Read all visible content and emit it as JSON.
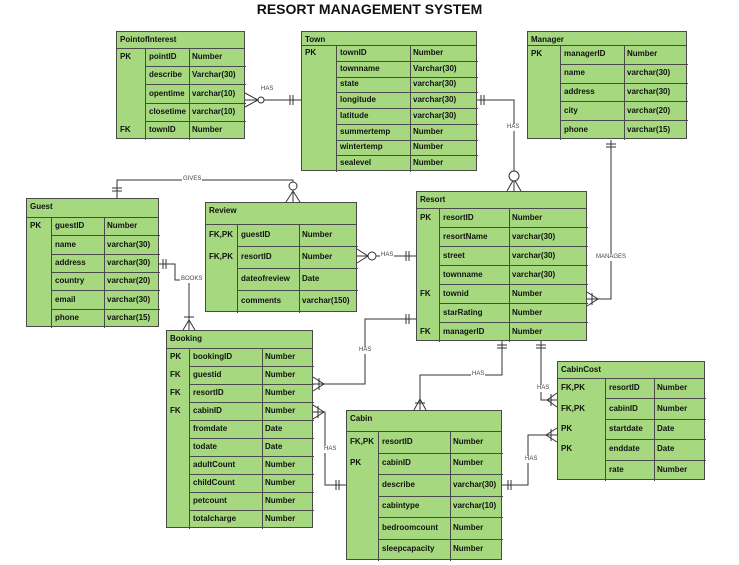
{
  "title": "RESORT MANAGEMENT SYSTEM",
  "entities": {
    "poi": {
      "name": "PointofInterest",
      "rows": [
        {
          "key": "PK",
          "field": "pointID",
          "type": "Number"
        },
        {
          "key": "",
          "field": "describe",
          "type": "Varchar(30)"
        },
        {
          "key": "",
          "field": "opentime",
          "type": "varchar(10)"
        },
        {
          "key": "",
          "field": "closetime",
          "type": "varchar(10)"
        },
        {
          "key": "FK",
          "field": "townID",
          "type": "Number"
        }
      ]
    },
    "town": {
      "name": "Town",
      "rows": [
        {
          "key": "PK",
          "field": "townID",
          "type": "Number"
        },
        {
          "key": "",
          "field": "townname",
          "type": "Varchar(30)"
        },
        {
          "key": "",
          "field": "state",
          "type": "varchar(30)"
        },
        {
          "key": "",
          "field": "longitude",
          "type": "varchar(30)"
        },
        {
          "key": "",
          "field": "latitude",
          "type": "varchar(30)"
        },
        {
          "key": "",
          "field": "summertemp",
          "type": "Number"
        },
        {
          "key": "",
          "field": "wintertemp",
          "type": "Number"
        },
        {
          "key": "",
          "field": "sealevel",
          "type": "Number"
        }
      ]
    },
    "manager": {
      "name": "Manager",
      "rows": [
        {
          "key": "PK",
          "field": "managerID",
          "type": "Number"
        },
        {
          "key": "",
          "field": "name",
          "type": "varchar(30)"
        },
        {
          "key": "",
          "field": "address",
          "type": "varchar(30)"
        },
        {
          "key": "",
          "field": "city",
          "type": "varchar(20)"
        },
        {
          "key": "",
          "field": "phone",
          "type": "varchar(15)"
        }
      ]
    },
    "guest": {
      "name": "Guest",
      "rows": [
        {
          "key": "PK",
          "field": "guestID",
          "type": "Number"
        },
        {
          "key": "",
          "field": "name",
          "type": "varchar(30)"
        },
        {
          "key": "",
          "field": "address",
          "type": "varchar(30)"
        },
        {
          "key": "",
          "field": "country",
          "type": "varchar(20)"
        },
        {
          "key": "",
          "field": "email",
          "type": "varchar(30)"
        },
        {
          "key": "",
          "field": "phone",
          "type": "varchar(15)"
        }
      ]
    },
    "review": {
      "name": "Review",
      "rows": [
        {
          "key": "FK,PK",
          "field": "guestID",
          "type": "Number"
        },
        {
          "key": "FK,PK",
          "field": "resortID",
          "type": "Number"
        },
        {
          "key": "",
          "field": "dateofreview",
          "type": "Date"
        },
        {
          "key": "",
          "field": "comments",
          "type": "varchar(150)"
        }
      ]
    },
    "resort": {
      "name": "Resort",
      "rows": [
        {
          "key": "PK",
          "field": "resortID",
          "type": "Number"
        },
        {
          "key": "",
          "field": "resortName",
          "type": "varchar(30)"
        },
        {
          "key": "",
          "field": "street",
          "type": "varchar(30)"
        },
        {
          "key": "",
          "field": "townname",
          "type": "varchar(30)"
        },
        {
          "key": "FK",
          "field": "townid",
          "type": "Number"
        },
        {
          "key": "",
          "field": "starRating",
          "type": "Number"
        },
        {
          "key": "FK",
          "field": "managerID",
          "type": "Number"
        }
      ]
    },
    "booking": {
      "name": "Booking",
      "rows": [
        {
          "key": "PK",
          "field": "bookingID",
          "type": "Number"
        },
        {
          "key": "FK",
          "field": "guestid",
          "type": "Number"
        },
        {
          "key": "FK",
          "field": "resortID",
          "type": "Number"
        },
        {
          "key": "FK",
          "field": "cabinID",
          "type": "Number"
        },
        {
          "key": "",
          "field": "fromdate",
          "type": "Date"
        },
        {
          "key": "",
          "field": "todate",
          "type": "Date"
        },
        {
          "key": "",
          "field": "adultCount",
          "type": "Number"
        },
        {
          "key": "",
          "field": "childCount",
          "type": "Number"
        },
        {
          "key": "",
          "field": "petcount",
          "type": "Number"
        },
        {
          "key": "",
          "field": "totalcharge",
          "type": "Number"
        }
      ]
    },
    "cabin": {
      "name": "Cabin",
      "rows": [
        {
          "key": "FK,PK",
          "field": "resortID",
          "type": "Number"
        },
        {
          "key": "PK",
          "field": "cabinID",
          "type": "Number"
        },
        {
          "key": "",
          "field": "describe",
          "type": "varchar(30)"
        },
        {
          "key": "",
          "field": "cabintype",
          "type": "varchar(10)"
        },
        {
          "key": "",
          "field": "bedroomcount",
          "type": "Number"
        },
        {
          "key": "",
          "field": "sleepcapacity",
          "type": "Number"
        }
      ]
    },
    "cabincost": {
      "name": "CabinCost",
      "rows": [
        {
          "key": "FK,PK",
          "field": "resortID",
          "type": "Number"
        },
        {
          "key": "FK,PK",
          "field": "cabinID",
          "type": "Number"
        },
        {
          "key": "PK",
          "field": "startdate",
          "type": "Date"
        },
        {
          "key": "PK",
          "field": "enddate",
          "type": "Date"
        },
        {
          "key": "",
          "field": "rate",
          "type": "Number"
        }
      ]
    }
  },
  "relationships": {
    "town_poi": "HAS",
    "town_resort": "HAS",
    "guest_review": "GIVES",
    "review_resort": "HAS",
    "guest_booking": "BOOKS",
    "manager_resort": "MANAGES",
    "resort_booking": "HAS",
    "resort_cabin": "HAS",
    "resort_cabincost": "HAS",
    "booking_cabin": "HAS",
    "cabin_cabincost": "HAS"
  },
  "colors": {
    "entity_fill": "#a6d97f",
    "border": "#4a4a4a",
    "line": "#333333"
  }
}
